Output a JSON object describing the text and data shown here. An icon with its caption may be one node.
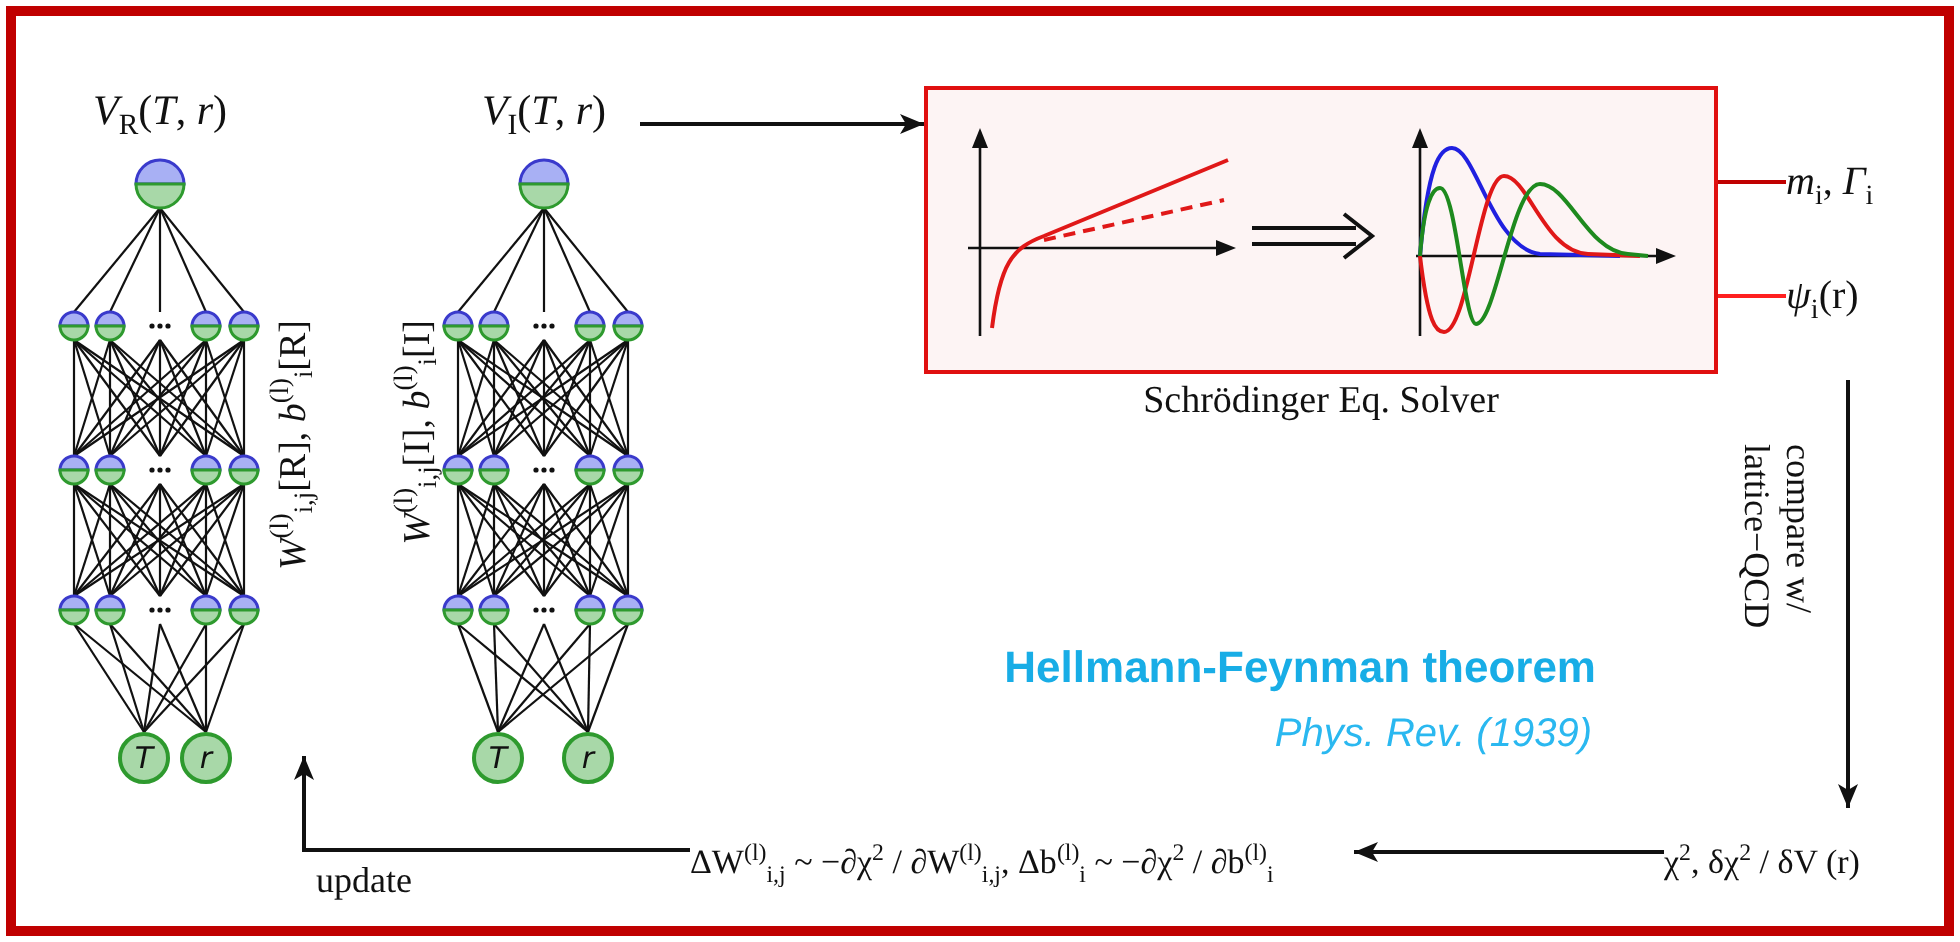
{
  "diagram": {
    "nodes": [
      {
        "text": [
          "*V*$_{R}$(*T*, *r*)",
          "*W*$^{(l)}$$_{i,j}$[R], *b*$^{(l)}$$_{i}$[R]"
        ]
      },
      {
        "text": [
          "*T*"
        ]
      },
      {
        "text": [
          "*r*"
        ]
      },
      {
        "text": [
          "*V*$_{I}$(*T*, *r*)",
          "*W*$^{(l)}$$_{i,j}$[I], *b*$^{(l)}$$_{i}$[I]"
        ]
      },
      {
        "text": [
          "*T*"
        ]
      },
      {
        "text": [
          "*r*"
        ]
      },
      {
        "text": [
          "Schrödinger Eq. Solver"
        ]
      },
      {
        "text": [],
        "shape": "picture",
        "in": 6
      },
      {
        "text": [],
        "shape": "picture",
        "in": 6
      },
      {
        "text": [
          "*m*$_{i}$, *Γ*$_{i}$"
        ]
      },
      {
        "text": [
          "*ψ*$_{i}$(r)"
        ]
      },
      {
        "text": [
          "χ$^{2}$,  δχ$^{2}$ / δV (r)"
        ]
      },
      {
        "text": [
          "ΔW$^{(l)}$$_{i,j}$ ~ −∂χ$^{2}$ / ∂W$^{(l)}$$_{i,j}$,   Δb$^{(l)}$$_{i}$ ~ −∂χ$^{2}$ / ∂b$^{(l)}$$_{i}$"
        ]
      }
    ],
    "edges": [
      {
        "from": 3,
        "to": 6,
        "arrow": "to"
      },
      {
        "from": 7,
        "to": 8,
        "arrow": "to"
      },
      {
        "from": 6,
        "to": 9,
        "arrow": "none",
        "color": "#c00000"
      },
      {
        "from": 6,
        "to": 10,
        "arrow": "none",
        "color": "#ff2020"
      },
      {
        "from": null,
        "to": 11,
        "arrow": "to",
        "label": "compare w/ lattice−QCD"
      },
      {
        "from": 11,
        "to": 12,
        "arrow": "to"
      },
      {
        "from": 12,
        "to": 0,
        "arrow": "to",
        "label": "update"
      }
    ],
    "labels": [
      "Hellmann-Feynman theorem",
      "Phys. Rev. (1939)"
    ]
  }
}
